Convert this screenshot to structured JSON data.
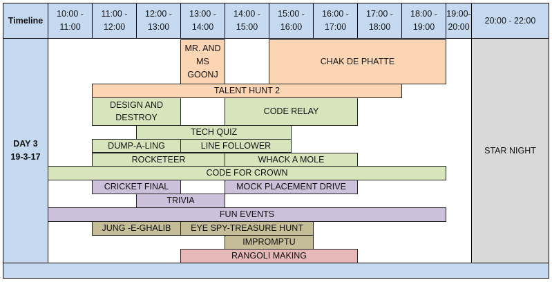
{
  "header": {
    "timeline_label": "Timeline",
    "slots": [
      [
        "10:00 -",
        "11:00"
      ],
      [
        "11:00 -",
        "12:00"
      ],
      [
        "12:00 -",
        "13:00"
      ],
      [
        "13:00 -",
        "14:00"
      ],
      [
        "14:00 -",
        "15:00"
      ],
      [
        "15:00 -",
        "16:00"
      ],
      [
        "16:00 -",
        "17:00"
      ],
      [
        "17:00 -",
        "18:00"
      ],
      [
        "18:00 -",
        "19:00"
      ],
      [
        "19:00-",
        "20:00"
      ]
    ],
    "night_slot": "20:00 - 22:00"
  },
  "day": {
    "label": "DAY 3",
    "date": "19-3-17"
  },
  "night_event": "STAR NIGHT",
  "colors": {
    "header_blue": "#c5d9f1",
    "orange": "#fcd5b4",
    "green": "#d8e4bc",
    "purple": "#ccc0da",
    "khaki": "#c4bd97",
    "pink": "#e6b8b7",
    "grey": "#d9d9d9"
  },
  "events": [
    {
      "name": "MR. AND MS GOONJ",
      "lines": [
        "MR. AND",
        "MS",
        "GOONJ"
      ],
      "start": "13:00",
      "end": "14:00",
      "row": 0,
      "rows": 3,
      "color": "orange"
    },
    {
      "name": "CHAK DE PHATTE",
      "lines": [
        "CHAK DE PHATTE"
      ],
      "start": "15:00",
      "end": "19:00",
      "row": 0,
      "rows": 3,
      "color": "orange"
    },
    {
      "name": "TALENT HUNT 2",
      "lines": [
        "TALENT HUNT 2"
      ],
      "start": "11:00",
      "end": "18:00",
      "row": 3,
      "rows": 1,
      "color": "orange"
    },
    {
      "name": "DESIGN AND DESTROY",
      "lines": [
        "DESIGN AND",
        "DESTROY"
      ],
      "start": "11:00",
      "end": "13:00",
      "row": 4,
      "rows": 2,
      "color": "green"
    },
    {
      "name": "CODE RELAY",
      "lines": [
        "CODE RELAY"
      ],
      "start": "14:00",
      "end": "17:00",
      "row": 4,
      "rows": 2,
      "color": "green"
    },
    {
      "name": "TECH QUIZ",
      "lines": [
        "TECH QUIZ"
      ],
      "start": "12:00",
      "end": "15:30",
      "row": 6,
      "rows": 1,
      "color": "green"
    },
    {
      "name": "DUMP-A-LING",
      "lines": [
        "DUMP-A-LING"
      ],
      "start": "11:00",
      "end": "13:00",
      "row": 7,
      "rows": 1,
      "color": "green"
    },
    {
      "name": "LINE FOLLOWER",
      "lines": [
        "LINE FOLLOWER"
      ],
      "start": "13:00",
      "end": "15:30",
      "row": 7,
      "rows": 1,
      "color": "green"
    },
    {
      "name": "ROCKETEER",
      "lines": [
        "ROCKETEER"
      ],
      "start": "11:00",
      "end": "14:00",
      "row": 8,
      "rows": 1,
      "color": "green"
    },
    {
      "name": "WHACK A MOLE",
      "lines": [
        "WHACK A MOLE"
      ],
      "start": "14:00",
      "end": "17:00",
      "row": 8,
      "rows": 1,
      "color": "green"
    },
    {
      "name": "CODE FOR CROWN",
      "lines": [
        "CODE FOR CROWN"
      ],
      "start": "10:00",
      "end": "19:00",
      "row": 9,
      "rows": 1,
      "color": "green"
    },
    {
      "name": "CRICKET FINAL",
      "lines": [
        "CRICKET FINAL"
      ],
      "start": "11:00",
      "end": "13:00",
      "row": 10,
      "rows": 1,
      "color": "purple"
    },
    {
      "name": "MOCK PLACEMENT DRIVE",
      "lines": [
        "MOCK PLACEMENT DRIVE"
      ],
      "start": "14:00",
      "end": "17:00",
      "row": 10,
      "rows": 1,
      "color": "purple"
    },
    {
      "name": "TRIVIA",
      "lines": [
        "TRIVIA"
      ],
      "start": "12:00",
      "end": "14:00",
      "row": 11,
      "rows": 1,
      "color": "purple"
    },
    {
      "name": "FUN EVENTS",
      "lines": [
        "FUN EVENTS"
      ],
      "start": "10:00",
      "end": "19:00",
      "row": 12,
      "rows": 1,
      "color": "purple"
    },
    {
      "name": "JUNG -E-GHALIB",
      "lines": [
        "JUNG -E-GHALIB"
      ],
      "start": "11:00",
      "end": "13:00",
      "row": 13,
      "rows": 1,
      "color": "khaki"
    },
    {
      "name": "EYE SPY-TREASURE HUNT",
      "lines": [
        "EYE SPY-TREASURE HUNT"
      ],
      "start": "13:00",
      "end": "16:00",
      "row": 13,
      "rows": 1,
      "color": "khaki"
    },
    {
      "name": "IMPROMPTU",
      "lines": [
        "IMPROMPTU"
      ],
      "start": "14:00",
      "end": "16:00",
      "row": 14,
      "rows": 1,
      "color": "khaki"
    },
    {
      "name": "RANGOLI MAKING",
      "lines": [
        "RANGOLI MAKING"
      ],
      "start": "13:00",
      "end": "17:00",
      "row": 15,
      "rows": 1,
      "color": "pink"
    }
  ]
}
